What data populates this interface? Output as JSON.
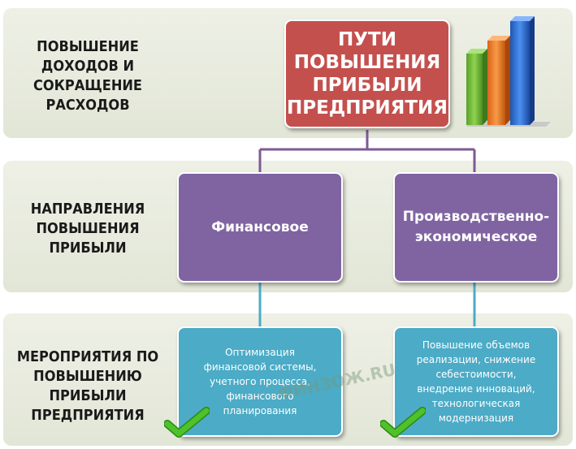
{
  "rows": {
    "top_label": "ПОВЫШЕНИЕ\nДОХОДОВ И\nСОКРАЩЕНИЕ\nРАСХОДОВ",
    "middle_label": "НАПРАВЛЕНИЯ\nПОВЫШЕНИЯ\nПРИБЫЛИ",
    "bottom_label": "МЕРОПРИЯТИЯ ПО\nПОВЫШЕНИЮ\nПРИБЫЛИ\nПРЕДПРИЯТИЯ"
  },
  "root": {
    "title": "ПУТИ\nПОВЫШЕНИЯ\nПРИБЫЛИ\nПРЕДПРИЯТИЯ"
  },
  "directions": {
    "financial": "Финансовое",
    "production": "Производственно-экономическое"
  },
  "measures": {
    "financial": "Оптимизация\nфинансовой системы,\nучетного процесса,\nфинансового\nпланирования",
    "production": "Повышение объемов\nреализации, снижение\nсебестоимости,\nвнедрение инноваций,\nтехнологическая\nмодернизация"
  },
  "watermark": "ФИНЗОЖ.RU",
  "colors": {
    "root": "#c4504d",
    "direction": "#8064a2",
    "measure": "#4cabc6",
    "connector_top": "#7d5a96",
    "connector_bottom": "#4cabc6",
    "check": "#4fc12a",
    "bar_green": "#7ac142",
    "bar_orange": "#f07c22",
    "bar_blue": "#2f6fd0"
  },
  "icons": [
    "bar-chart-3d-icon",
    "checkmark-icon"
  ]
}
